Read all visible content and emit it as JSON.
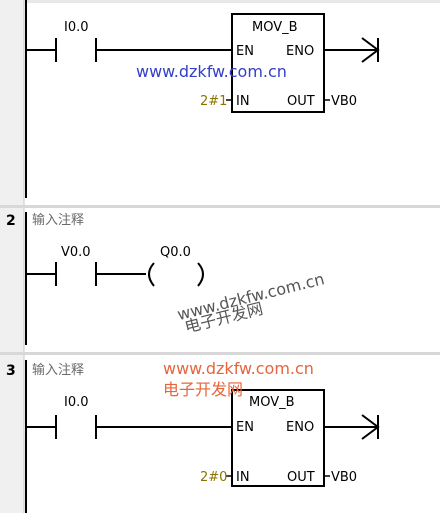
{
  "networks": [
    {
      "number": "",
      "comment": "",
      "contact": "I0.0",
      "box": {
        "name": "MOV_B",
        "en": "EN",
        "eno": "ENO",
        "in": "IN",
        "out": "OUT",
        "in_value": "2#1",
        "out_value": "VB0"
      }
    },
    {
      "number": "2",
      "comment": "输入注释",
      "contact": "V0.0",
      "coil": "Q0.0"
    },
    {
      "number": "3",
      "comment": "输入注释",
      "contact": "I0.0",
      "box": {
        "name": "MOV_B",
        "en": "EN",
        "eno": "ENO",
        "in": "IN",
        "out": "OUT",
        "in_value": "2#0",
        "out_value": "VB0"
      }
    }
  ],
  "watermarks": {
    "url": "www.dzkfw.com.cn",
    "cn": "电子开发网"
  },
  "colors": {
    "wm_blue": "#3340c8",
    "wm_orange": "#e8643a",
    "wm_gray": "#555555",
    "param_gold": "#8b7500"
  }
}
